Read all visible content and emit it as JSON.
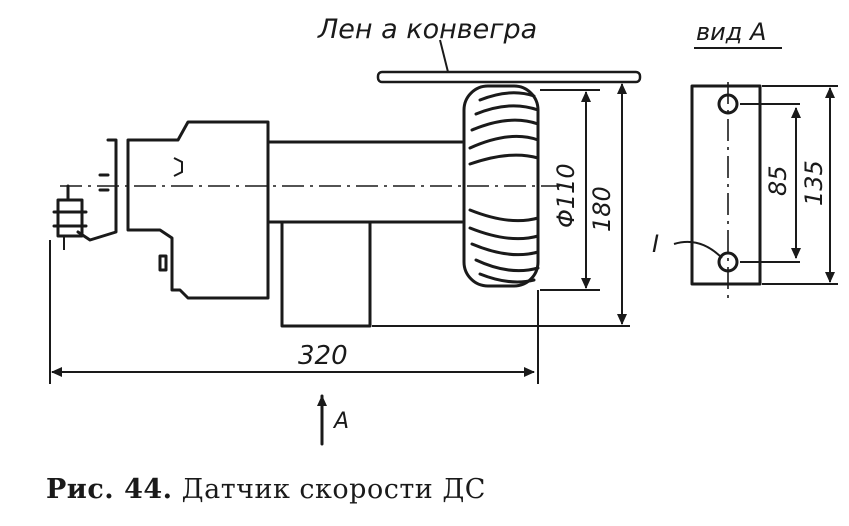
{
  "labels": {
    "conveyor_belt": "Лен а конвегра",
    "view_a_title": "вид А",
    "dim_diameter": "Φ110",
    "dim_180": "180",
    "dim_85": "85",
    "dim_135": "135",
    "dim_320": "320",
    "view_arrow_label": "А",
    "hole_marker": "I"
  },
  "caption": {
    "prefix": "Рис. 44.",
    "title": "Датчик скорости ДС"
  }
}
